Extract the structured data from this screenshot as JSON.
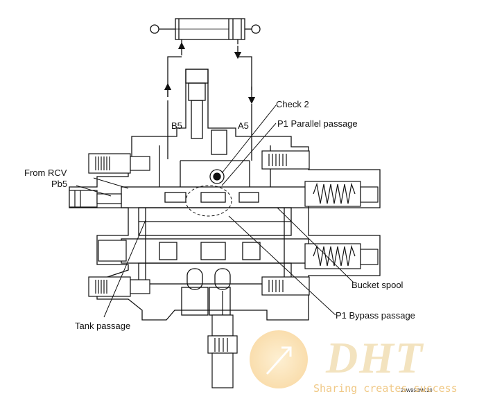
{
  "labels": {
    "check2": "Check 2",
    "a5": "A5",
    "b5": "B5",
    "p1_parallel": "P1 Parallel passage",
    "from_rcv": "From RCV",
    "pb5": "Pb5",
    "bucket_spool": "Bucket spool",
    "p1_bypass": "P1 Bypass passage",
    "tank_passage": "Tank passage"
  },
  "drawing_code": "21W9S2MC20",
  "watermark": {
    "logo_text": "DHT",
    "tagline": "Sharing creates success",
    "colors": {
      "circle": "#f7c770",
      "logo": "#f3e3bf",
      "tagline": "#f0c987"
    }
  },
  "colors": {
    "line": "#111111",
    "paper": "#ffffff",
    "shade": "#cfcfcf"
  }
}
